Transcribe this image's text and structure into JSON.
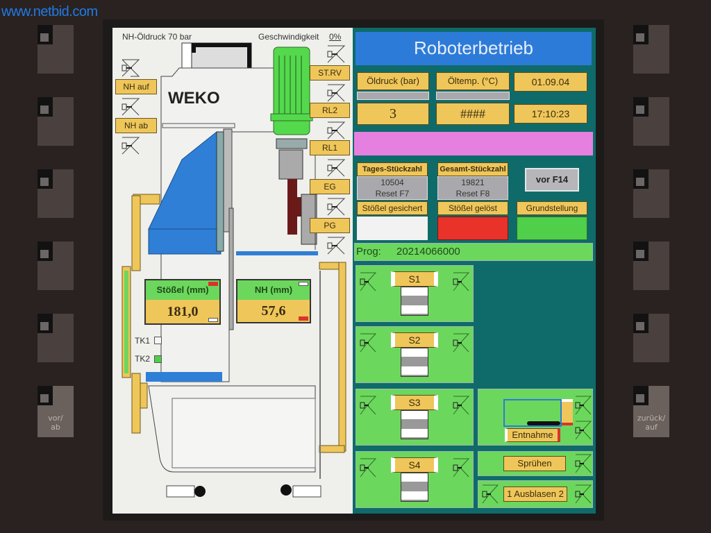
{
  "watermark": "www.netbid.com",
  "left_fkeys": [
    {
      "label": ""
    },
    {
      "label": ""
    },
    {
      "label": ""
    },
    {
      "label": ""
    },
    {
      "label": ""
    },
    {
      "label": "vor/\nab"
    }
  ],
  "right_fkeys": [
    {
      "label": ""
    },
    {
      "label": ""
    },
    {
      "label": ""
    },
    {
      "label": ""
    },
    {
      "label": ""
    },
    {
      "label": "zurück/\nauf"
    }
  ],
  "machine": {
    "oil_pressure_label": "NH-Öldruck 70 bar",
    "speed_label": "Geschwindigkeit",
    "speed_value": "0%",
    "brand": "WEKO",
    "buttons_left": [
      "NH auf",
      "NH ab"
    ],
    "buttons_right": [
      "ST.RV",
      "RL2",
      "RL1",
      "EG",
      "PG"
    ],
    "stoessel": {
      "label": "Stößel (mm)",
      "value": "181,0"
    },
    "nh": {
      "label": "NH (mm)",
      "value": "57,6"
    },
    "tk1": "TK1",
    "tk2": "TK2"
  },
  "header": {
    "title": "Roboterbetrieb",
    "oil_pressure_label": "Öldruck (bar)",
    "oil_temp_label": "Öltemp. (°C)",
    "date": "01.09.04",
    "oil_pressure_value": "3",
    "oil_temp_value": "####",
    "time": "17:10:23"
  },
  "counters": {
    "daily_label": "Tages-Stückzahl",
    "daily_value": "10504",
    "daily_reset": "Reset F7",
    "total_label": "Gesamt-Stückzahl",
    "total_value": "19821",
    "total_reset": "Reset F8",
    "next_button": "vor F14"
  },
  "status": {
    "secured_label": "Stößel gesichert",
    "released_label": "Stößel gelöst",
    "home_label": "Grundstellung",
    "colors": {
      "secured": "#f2f2f2",
      "released": "#e8322a",
      "home": "#4fcf4a"
    }
  },
  "program": {
    "label": "Prog:",
    "value": "20214066000"
  },
  "stations": [
    {
      "label": "S1"
    },
    {
      "label": "S2"
    },
    {
      "label": "S3"
    },
    {
      "label": "S4"
    }
  ],
  "actions": {
    "removal": "Entnahme",
    "spray": "Sprühen",
    "blowout": "1 Ausblasen 2"
  }
}
